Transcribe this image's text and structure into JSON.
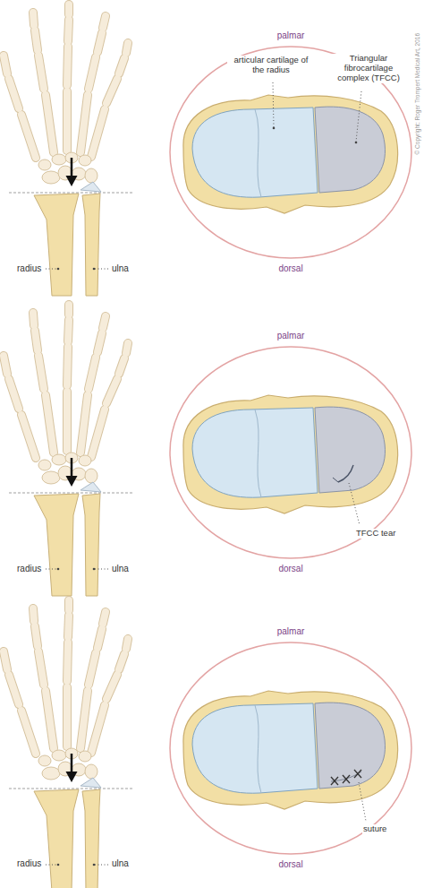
{
  "diagram": {
    "labels": [
      "palmar",
      "articular cartilage of the radius",
      "Triangular fibrocartilage complex (TFCC)",
      "© Copyright: Roger Trompert Medical Art, 2016",
      "radius",
      "ulna",
      "dorsal",
      "palmar",
      "radius",
      "ulna",
      "TFCC tear",
      "dorsal",
      "palmar",
      "radius",
      "ulna",
      "suture",
      "dorsal"
    ]
  }
}
